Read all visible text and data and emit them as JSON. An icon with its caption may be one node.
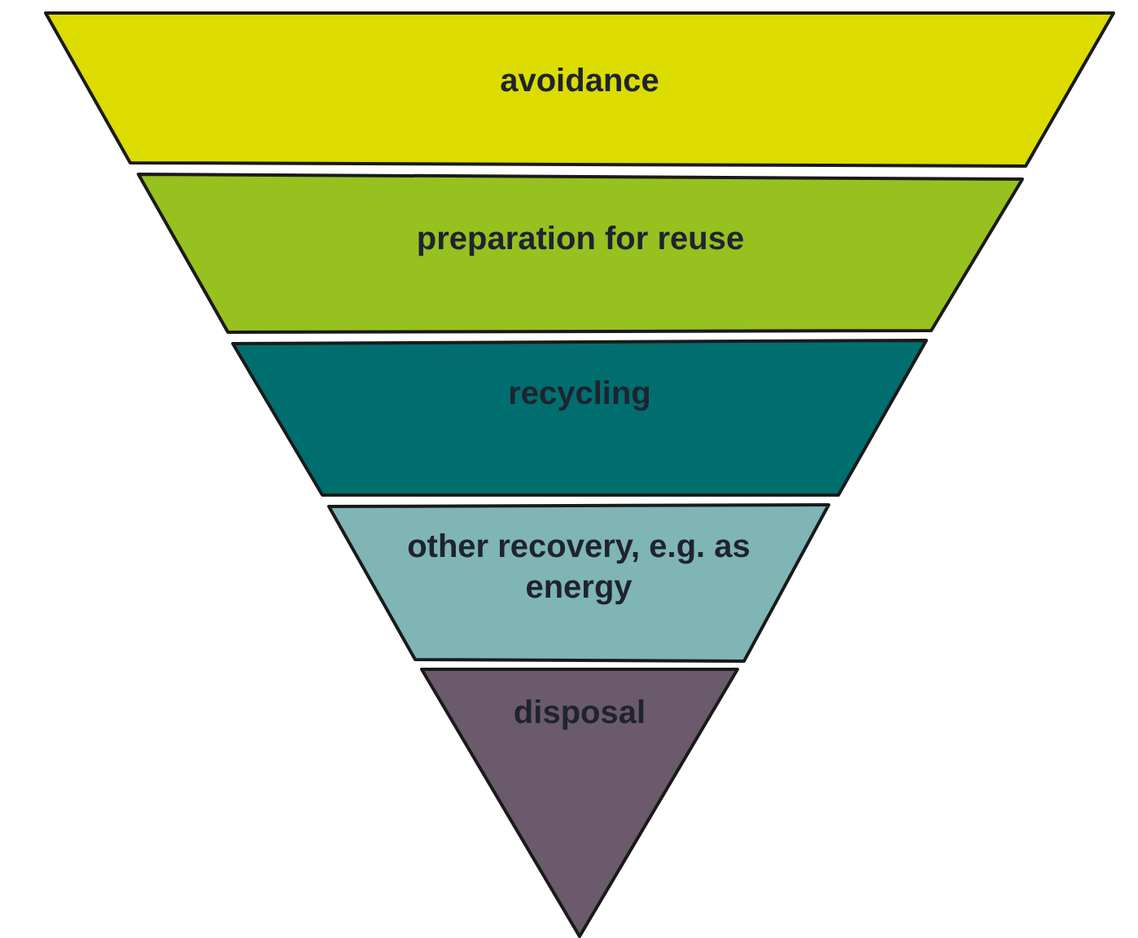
{
  "diagram": {
    "nodes": [
      {
        "text": [
          "avoidance"
        ]
      },
      {
        "text": [
          "preparation for reuse"
        ]
      },
      {
        "text": [
          "recycling"
        ]
      },
      {
        "text": [
          "other recovery, e.g. as energy"
        ]
      },
      {
        "text": [
          "disposal"
        ]
      }
    ]
  }
}
